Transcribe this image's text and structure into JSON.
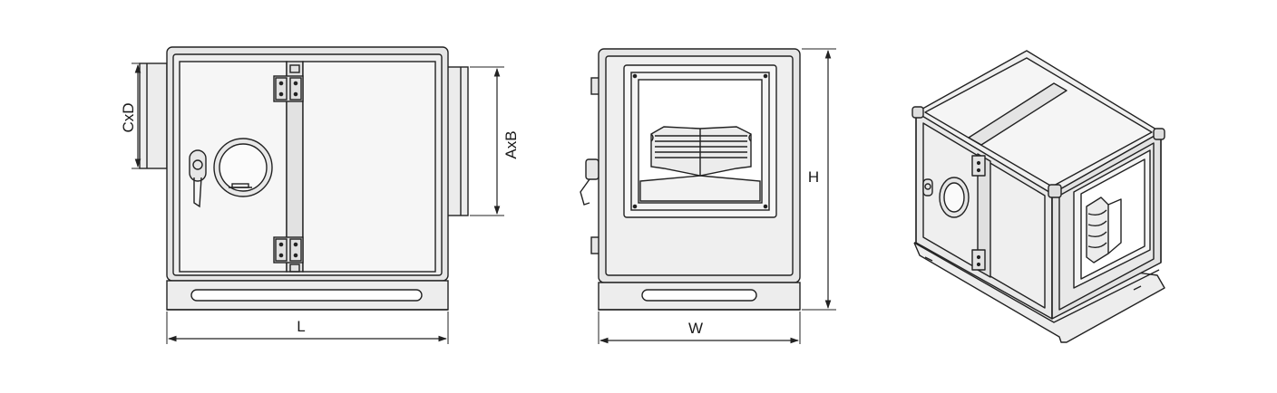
{
  "labels": {
    "cxd": "CxD",
    "axb": "AxB",
    "l": "L",
    "w": "W",
    "h": "H"
  },
  "colors": {
    "line": "#222222",
    "fill_light": "#f2f2f2",
    "fill_mid": "#e4e4e4",
    "fill_dark": "#cfcfcf",
    "background": "#ffffff"
  }
}
